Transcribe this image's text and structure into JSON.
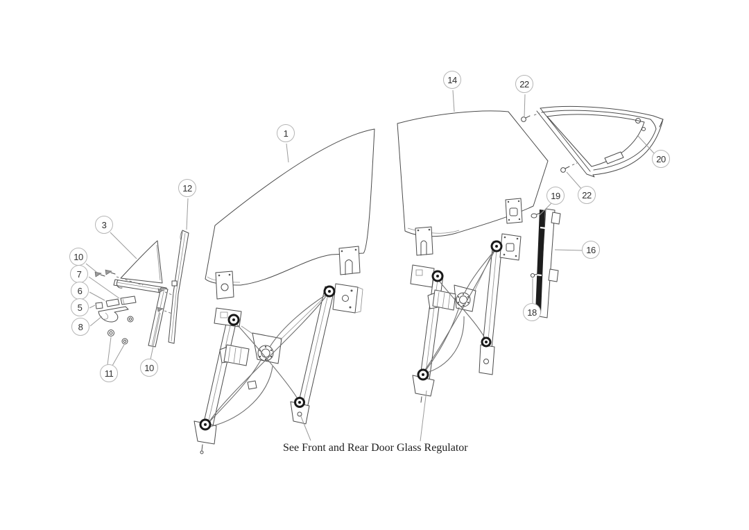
{
  "caption": "See Front and Rear Door Glass Regulator",
  "callouts": {
    "c1": "1",
    "c3": "3",
    "c5": "5",
    "c6": "6",
    "c7": "7",
    "c8": "8",
    "c10a": "10",
    "c10b": "10",
    "c11": "11",
    "c12": "12",
    "c14": "14",
    "c16": "16",
    "c18": "18",
    "c19": "19",
    "c20": "20",
    "c22a": "22",
    "c22b": "22"
  },
  "colors": {
    "background": "#ffffff",
    "line": "#4a4a4a",
    "dark_accent": "#1d1d1d",
    "callout_border": "#b5b5b5",
    "leader_line": "#9a9a9a"
  }
}
